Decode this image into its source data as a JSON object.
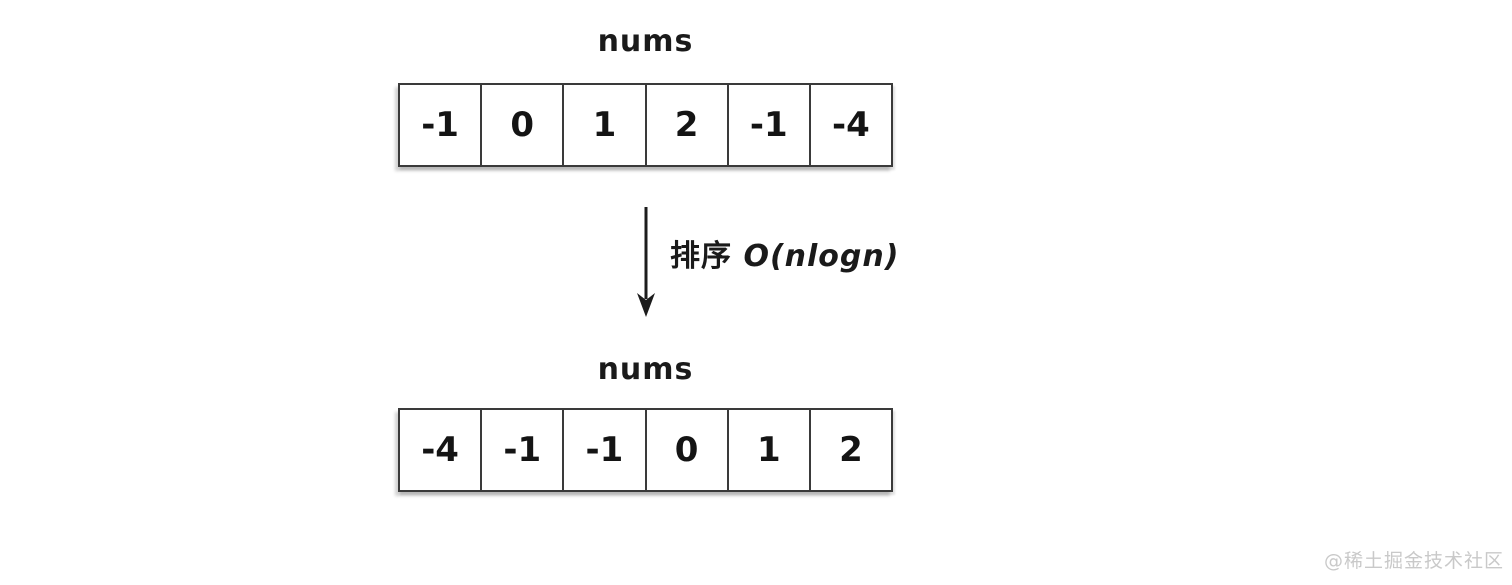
{
  "diagram": {
    "top_array": {
      "label": "nums",
      "cells": [
        "-1",
        "0",
        "1",
        "2",
        "-1",
        "-4"
      ]
    },
    "transition": {
      "label_cn": "排序",
      "label_complexity": "O(nlogn)"
    },
    "bottom_array": {
      "label": "nums",
      "cells": [
        "-4",
        "-1",
        "-1",
        "0",
        "1",
        "2"
      ]
    }
  },
  "watermark": "@稀土掘金技术社区",
  "colors": {
    "background": "#ffffff",
    "border": "#3a3a3a",
    "text": "#141414",
    "watermark": "#c9c9c9"
  }
}
